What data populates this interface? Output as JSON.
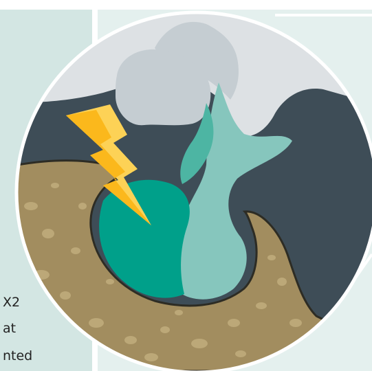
{
  "background_text": {
    "line_1": "X2",
    "line_2": "at",
    "line_3": "nted"
  },
  "colors": {
    "panel_left": "#d3e6e3",
    "panel_right": "#e4f0ee",
    "panel_border": "#ffffff",
    "circle_border": "#ffffff",
    "cavity": "#3e4d57",
    "bone": "#a28d5f",
    "bone_speckle": "#bca878",
    "bone_outline": "#2d2c24",
    "disc_dark": "#00a08a",
    "disc_light": "#86c6bd",
    "disc_mid": "#4db5a3",
    "structure_light": "#dde1e4",
    "structure_mid": "#c5cdd2",
    "lightning_front": "#fbb81c",
    "lightning_back": "#fdd256"
  },
  "icons": {
    "lightning": "lightning-bolt-icon"
  }
}
